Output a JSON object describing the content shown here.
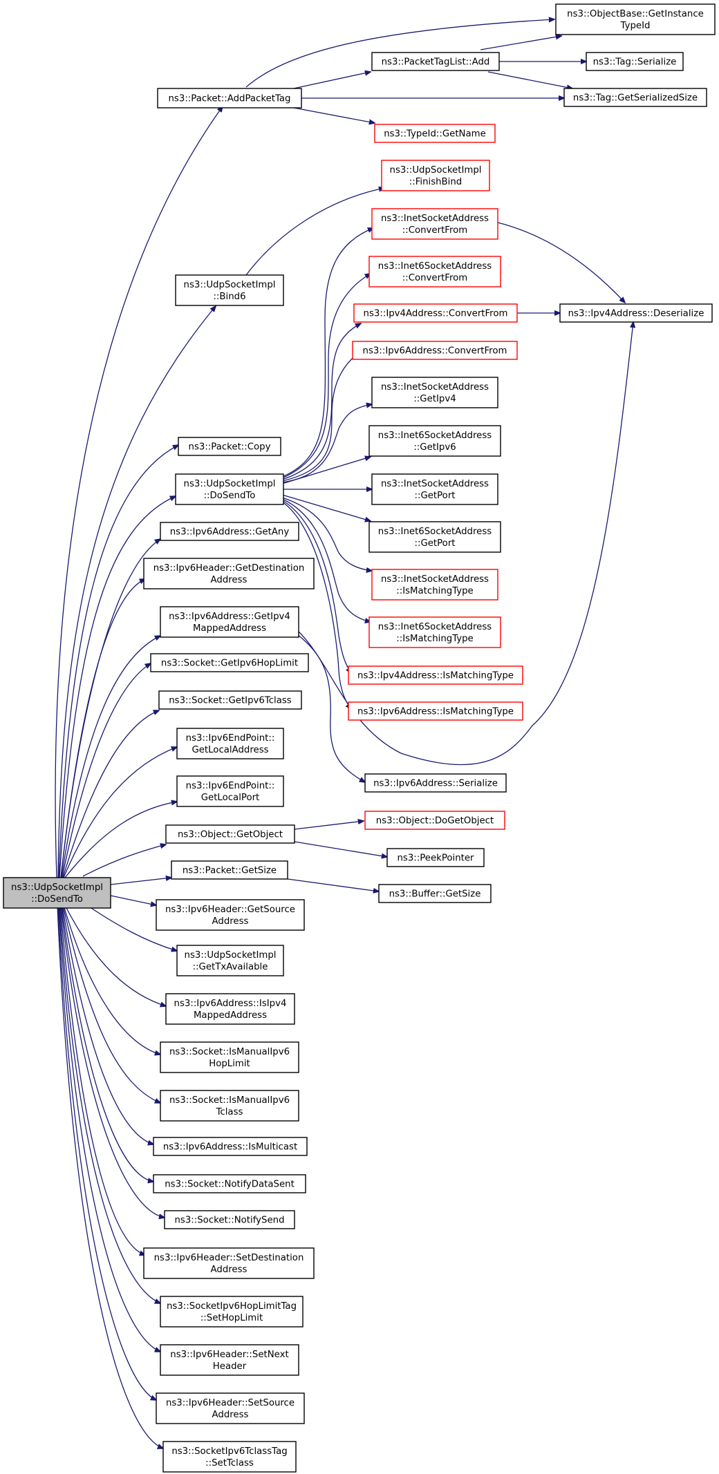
{
  "colors": {
    "edge": "#191970",
    "normal_border": "#000000",
    "highlight_border": "#ff0000",
    "root_fill": "#bfbfbf",
    "node_fill": "#ffffff"
  },
  "nodes": {
    "root": {
      "lines": [
        "ns3::UdpSocketImpl",
        "::DoSendTo"
      ],
      "style": "root"
    },
    "addPacketTag": {
      "lines": [
        "ns3::Packet::AddPacketTag"
      ],
      "style": "normal"
    },
    "getInstanceTypeId": {
      "lines": [
        "ns3::ObjectBase::GetInstance",
        "TypeId"
      ],
      "style": "normal"
    },
    "packetTagListAdd": {
      "lines": [
        "ns3::PacketTagList::Add"
      ],
      "style": "normal"
    },
    "tagSerialize": {
      "lines": [
        "ns3::Tag::Serialize"
      ],
      "style": "normal"
    },
    "tagGetSerializedSize": {
      "lines": [
        "ns3::Tag::GetSerializedSize"
      ],
      "style": "normal"
    },
    "typeIdGetName": {
      "lines": [
        "ns3::TypeId::GetName"
      ],
      "style": "highlight"
    },
    "finishBind": {
      "lines": [
        "ns3::UdpSocketImpl",
        "::FinishBind"
      ],
      "style": "highlight"
    },
    "bind6": {
      "lines": [
        "ns3::UdpSocketImpl",
        "::Bind6"
      ],
      "style": "normal"
    },
    "inetConvertFrom": {
      "lines": [
        "ns3::InetSocketAddress",
        "::ConvertFrom"
      ],
      "style": "highlight"
    },
    "inet6ConvertFrom": {
      "lines": [
        "ns3::Inet6SocketAddress",
        "::ConvertFrom"
      ],
      "style": "highlight"
    },
    "ipv4ConvertFrom": {
      "lines": [
        "ns3::Ipv4Address::ConvertFrom"
      ],
      "style": "highlight"
    },
    "ipv4Deserialize": {
      "lines": [
        "ns3::Ipv4Address::Deserialize"
      ],
      "style": "normal"
    },
    "ipv6ConvertFrom": {
      "lines": [
        "ns3::Ipv6Address::ConvertFrom"
      ],
      "style": "highlight"
    },
    "inetGetIpv4": {
      "lines": [
        "ns3::InetSocketAddress",
        "::GetIpv4"
      ],
      "style": "normal"
    },
    "packetCopy": {
      "lines": [
        "ns3::Packet::Copy"
      ],
      "style": "normal"
    },
    "inet6GetIpv6": {
      "lines": [
        "ns3::Inet6SocketAddress",
        "::GetIpv6"
      ],
      "style": "normal"
    },
    "doSendTo2": {
      "lines": [
        "ns3::UdpSocketImpl",
        "::DoSendTo"
      ],
      "style": "normal"
    },
    "inetGetPort": {
      "lines": [
        "ns3::InetSocketAddress",
        "::GetPort"
      ],
      "style": "normal"
    },
    "ipv6GetAny": {
      "lines": [
        "ns3::Ipv6Address::GetAny"
      ],
      "style": "normal"
    },
    "inet6GetPort": {
      "lines": [
        "ns3::Inet6SocketAddress",
        "::GetPort"
      ],
      "style": "normal"
    },
    "ipv6HdrGetDest": {
      "lines": [
        "ns3::Ipv6Header::GetDestination",
        "Address"
      ],
      "style": "normal"
    },
    "inetIsMatching": {
      "lines": [
        "ns3::InetSocketAddress",
        "::IsMatchingType"
      ],
      "style": "highlight"
    },
    "getIpv4Mapped": {
      "lines": [
        "ns3::Ipv6Address::GetIpv4",
        "MappedAddress"
      ],
      "style": "normal"
    },
    "inet6IsMatching": {
      "lines": [
        "ns3::Inet6SocketAddress",
        "::IsMatchingType"
      ],
      "style": "highlight"
    },
    "getIpv6HopLimit": {
      "lines": [
        "ns3::Socket::GetIpv6HopLimit"
      ],
      "style": "normal"
    },
    "ipv4IsMatching": {
      "lines": [
        "ns3::Ipv4Address::IsMatchingType"
      ],
      "style": "highlight"
    },
    "getIpv6Tclass": {
      "lines": [
        "ns3::Socket::GetIpv6Tclass"
      ],
      "style": "normal"
    },
    "ipv6IsMatching": {
      "lines": [
        "ns3::Ipv6Address::IsMatchingType"
      ],
      "style": "highlight"
    },
    "epGetLocalAddr": {
      "lines": [
        "ns3::Ipv6EndPoint::",
        "GetLocalAddress"
      ],
      "style": "normal"
    },
    "ipv6Serialize": {
      "lines": [
        "ns3::Ipv6Address::Serialize"
      ],
      "style": "normal"
    },
    "epGetLocalPort": {
      "lines": [
        "ns3::Ipv6EndPoint::",
        "GetLocalPort"
      ],
      "style": "normal"
    },
    "getObject": {
      "lines": [
        "ns3::Object::GetObject"
      ],
      "style": "normal"
    },
    "doGetObject": {
      "lines": [
        "ns3::Object::DoGetObject"
      ],
      "style": "highlight"
    },
    "peekPointer": {
      "lines": [
        "ns3::PeekPointer"
      ],
      "style": "normal"
    },
    "packetGetSize": {
      "lines": [
        "ns3::Packet::GetSize"
      ],
      "style": "normal"
    },
    "bufferGetSize": {
      "lines": [
        "ns3::Buffer::GetSize"
      ],
      "style": "normal"
    },
    "ipv6HdrGetSource": {
      "lines": [
        "ns3::Ipv6Header::GetSource",
        "Address"
      ],
      "style": "normal"
    },
    "getTxAvailable": {
      "lines": [
        "ns3::UdpSocketImpl",
        "::GetTxAvailable"
      ],
      "style": "normal"
    },
    "isIpv4Mapped": {
      "lines": [
        "ns3::Ipv6Address::IsIpv4",
        "MappedAddress"
      ],
      "style": "normal"
    },
    "isManualHopLimit": {
      "lines": [
        "ns3::Socket::IsManualIpv6",
        "HopLimit"
      ],
      "style": "normal"
    },
    "isManualTclass": {
      "lines": [
        "ns3::Socket::IsManualIpv6",
        "Tclass"
      ],
      "style": "normal"
    },
    "isMulticast": {
      "lines": [
        "ns3::Ipv6Address::IsMulticast"
      ],
      "style": "normal"
    },
    "notifyDataSent": {
      "lines": [
        "ns3::Socket::NotifyDataSent"
      ],
      "style": "normal"
    },
    "notifySend": {
      "lines": [
        "ns3::Socket::NotifySend"
      ],
      "style": "normal"
    },
    "setDest": {
      "lines": [
        "ns3::Ipv6Header::SetDestination",
        "Address"
      ],
      "style": "normal"
    },
    "setHopLimit": {
      "lines": [
        "ns3::SocketIpv6HopLimitTag",
        "::SetHopLimit"
      ],
      "style": "normal"
    },
    "setNextHeader": {
      "lines": [
        "ns3::Ipv6Header::SetNext",
        "Header"
      ],
      "style": "normal"
    },
    "setSource": {
      "lines": [
        "ns3::Ipv6Header::SetSource",
        "Address"
      ],
      "style": "normal"
    },
    "setTclass": {
      "lines": [
        "ns3::SocketIpv6TclassTag",
        "::SetTclass"
      ],
      "style": "normal"
    }
  }
}
